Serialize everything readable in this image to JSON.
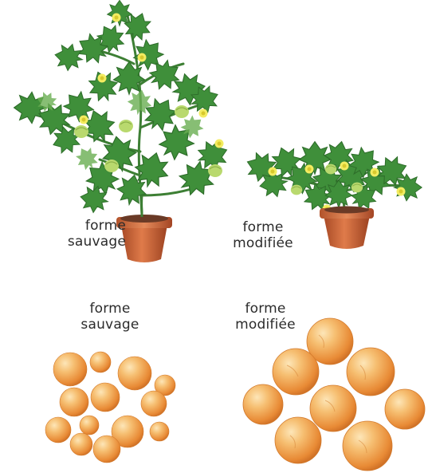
{
  "labels": {
    "plant_wild": {
      "line1": "forme",
      "line2": "sauvage"
    },
    "plant_modified": {
      "line1": "forme",
      "line2": "modifiée"
    },
    "fruit_wild": {
      "line1": "forme",
      "line2": "sauvage"
    },
    "fruit_modified": {
      "line1": "forme",
      "line2": "modifiée"
    }
  },
  "colors": {
    "leaf": "#3f8f3a",
    "leaf_light": "#66ad4f",
    "flower": "#f1ea5a",
    "pot": "#c8643a",
    "fruit": "#f1a24a"
  }
}
